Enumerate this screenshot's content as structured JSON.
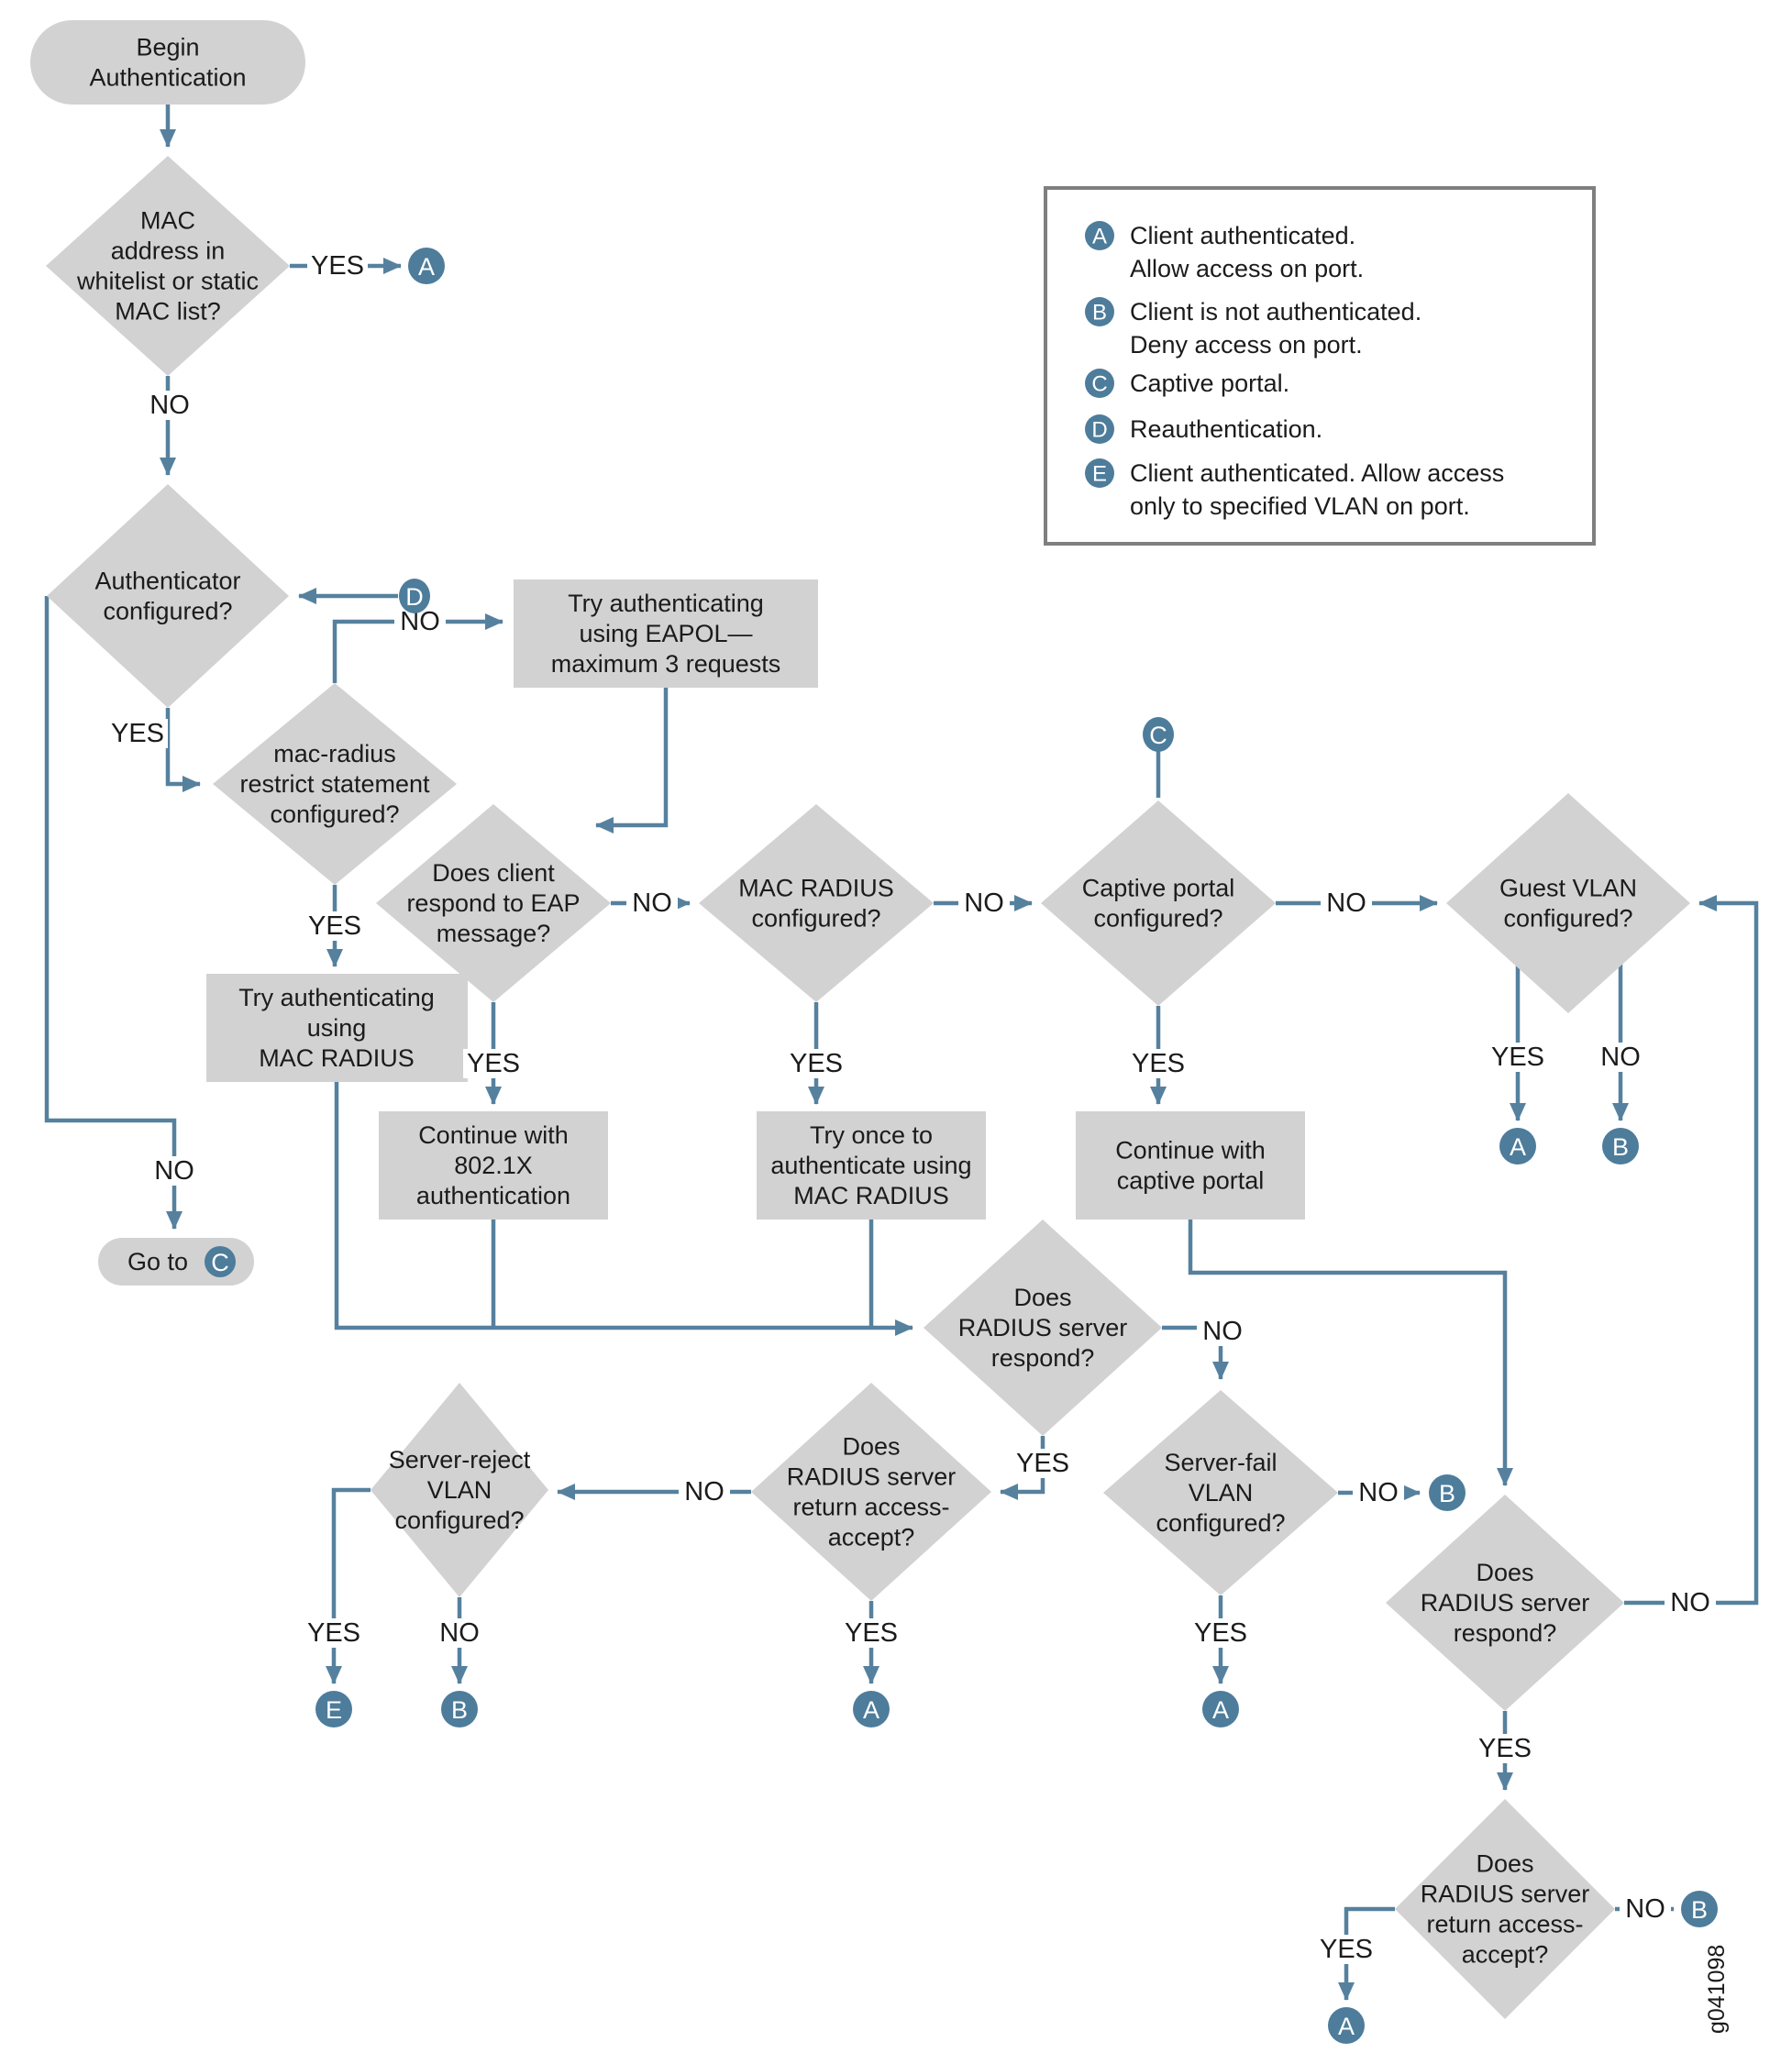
{
  "labels": {
    "yes": "YES",
    "no": "NO"
  },
  "colors": {
    "shape_fill": "#d2d2d2",
    "connector": "#56819e",
    "badge": "#4e7c9b",
    "text": "#1b1b1b",
    "legend_border": "#7f7f7f",
    "background": "#ffffff"
  },
  "badges": {
    "a": "A",
    "b": "B",
    "c": "C",
    "d": "D",
    "e": "E"
  },
  "nodes": {
    "begin": {
      "lines": [
        "Begin",
        "Authentication"
      ]
    },
    "mac_whitelist": {
      "lines": [
        "MAC",
        "address in",
        "whitelist or static",
        "MAC list?"
      ]
    },
    "authenticator": {
      "lines": [
        "Authenticator",
        "configured?"
      ]
    },
    "mac_radius_restrict": {
      "lines": [
        "mac-radius",
        "restrict statement",
        "configured?"
      ]
    },
    "eapol": {
      "lines": [
        "Try authenticating",
        "using EAPOL—",
        "maximum 3 requests"
      ]
    },
    "does_client_respond": {
      "lines": [
        "Does client",
        "respond to EAP",
        "message?"
      ]
    },
    "mac_radius_configured": {
      "lines": [
        "MAC RADIUS",
        "configured?"
      ]
    },
    "captive_portal_configured": {
      "lines": [
        "Captive portal",
        "configured?"
      ]
    },
    "guest_vlan_configured": {
      "lines": [
        "Guest VLAN",
        "configured?"
      ]
    },
    "try_auth_mac_radius": {
      "lines": [
        "Try authenticating",
        "using",
        "MAC RADIUS"
      ]
    },
    "continue_8021x": {
      "lines": [
        "Continue with",
        "802.1X",
        "authentication"
      ]
    },
    "try_once_mac_radius": {
      "lines": [
        "Try once to",
        "authenticate using",
        "MAC RADIUS"
      ]
    },
    "continue_captive": {
      "lines": [
        "Continue with",
        "captive portal"
      ]
    },
    "go_to": {
      "text": "Go to"
    },
    "radius_respond_1": {
      "lines": [
        "Does",
        "RADIUS server",
        "respond?"
      ]
    },
    "server_fail": {
      "lines": [
        "Server-fail",
        "VLAN",
        "configured?"
      ]
    },
    "access_accept_1": {
      "lines": [
        "Does",
        "RADIUS server",
        "return access-",
        "accept?"
      ]
    },
    "server_reject": {
      "lines": [
        "Server-reject",
        "VLAN",
        "configured?"
      ]
    },
    "radius_respond_2": {
      "lines": [
        "Does",
        "RADIUS server",
        "respond?"
      ]
    },
    "access_accept_2": {
      "lines": [
        "Does",
        "RADIUS server",
        "return access-",
        "accept?"
      ]
    }
  },
  "legend": {
    "items": [
      {
        "key": "A",
        "lines": [
          "Client authenticated.",
          "Allow access on port."
        ]
      },
      {
        "key": "B",
        "lines": [
          "Client is not authenticated.",
          "Deny access on port."
        ]
      },
      {
        "key": "C",
        "lines": [
          "Captive portal."
        ]
      },
      {
        "key": "D",
        "lines": [
          "Reauthentication."
        ]
      },
      {
        "key": "E",
        "lines": [
          "Client authenticated. Allow access",
          "only to specified VLAN on port."
        ]
      }
    ]
  },
  "watermark": "g041098"
}
